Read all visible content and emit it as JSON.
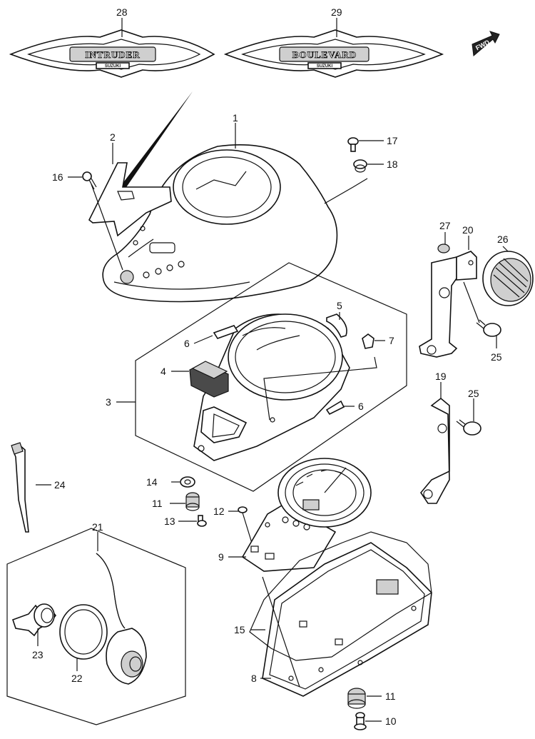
{
  "emblems": {
    "left_text": "INTRUDER",
    "right_text": "BOULEVARD",
    "maker": "SUZUKI"
  },
  "direction_marker": "FWD",
  "callouts": {
    "c1": "1",
    "c2": "2",
    "c3": "3",
    "c4": "4",
    "c5": "5",
    "c6a": "6",
    "c6b": "6",
    "c7": "7",
    "c8": "8",
    "c9": "9",
    "c10": "10",
    "c11a": "11",
    "c11b": "11",
    "c12": "12",
    "c13": "13",
    "c14": "14",
    "c15": "15",
    "c16": "16",
    "c17": "17",
    "c18": "18",
    "c19": "19",
    "c20": "20",
    "c21": "21",
    "c22": "22",
    "c23": "23",
    "c24": "24",
    "c25a": "25",
    "c25b": "25",
    "c26": "26",
    "c27": "27",
    "c28": "28",
    "c29": "29"
  }
}
